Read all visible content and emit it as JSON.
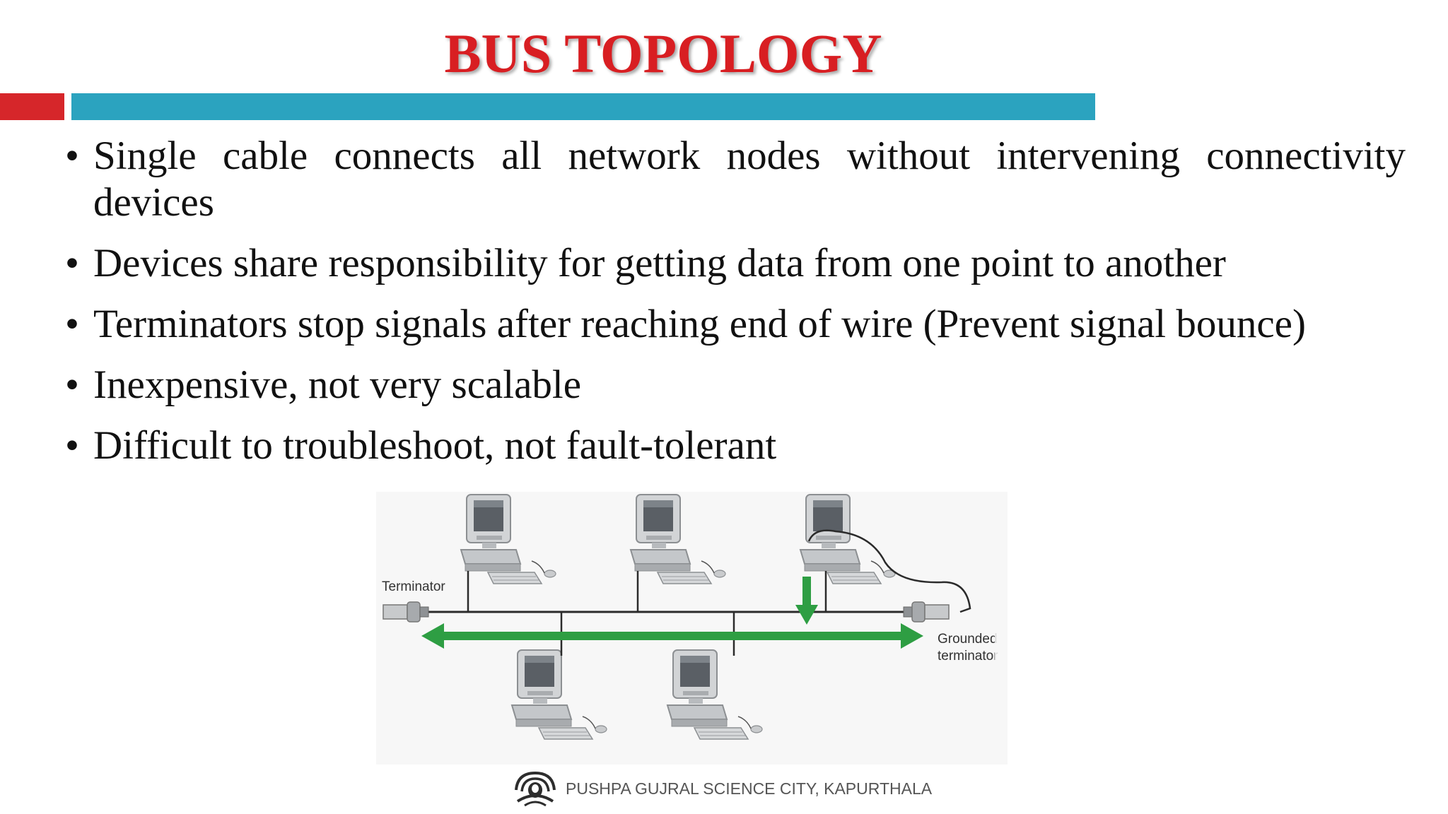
{
  "slide": {
    "title": "BUS TOPOLOGY",
    "colors": {
      "title": "#d81e22",
      "accent_red": "#d6262a",
      "accent_teal": "#2ba3bf",
      "signal_arrow": "#2e9e43"
    }
  },
  "bullets": [
    "Single cable connects all network nodes without intervening connectivity devices",
    "Devices share responsibility for getting data from one point to another",
    "Terminators stop signals after reaching end of wire (Prevent signal bounce)",
    "Inexpensive, not very scalable",
    "Difficult to troubleshoot, not fault-tolerant"
  ],
  "diagram": {
    "label_terminator": "Terminator",
    "label_grounded_1": "Grounded",
    "label_grounded_2": "terminator",
    "icons": [
      "computer-icon",
      "terminator-icon",
      "grounded-terminator-icon",
      "signal-arrow"
    ]
  },
  "footer": {
    "text": "PUSHPA GUJRAL SCIENCE CITY, KAPURTHALA",
    "logo": "science-city-logo-icon"
  }
}
